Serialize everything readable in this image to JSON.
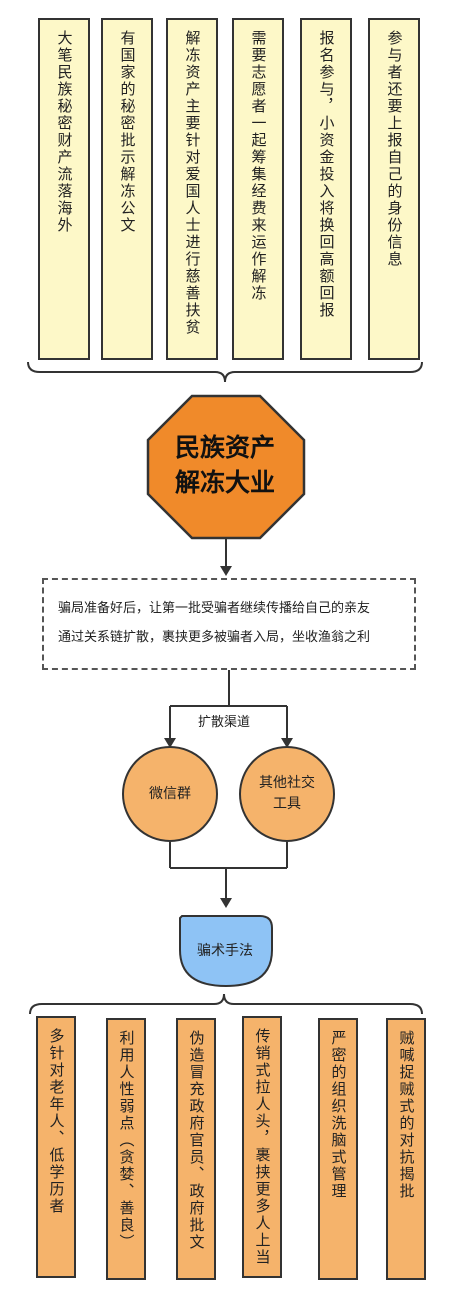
{
  "top_boxes": [
    "大笔民族秘密财产流落海外",
    "有国家的秘密批示解冻公文",
    "解冻资产主要针对爱国人士进行慈善扶贫",
    "需要志愿者一起筹集经费来运作解冻",
    "报名参与，小资金投入将换回高额回报",
    "参与者还要上报自己的身份信息"
  ],
  "center": {
    "line1": "民族资产",
    "line2": "解冻大业"
  },
  "spread": {
    "line1": "骗局准备好后，让第一批受骗者继续传播给自己的亲友",
    "line2": "通过关系链扩散，裹挟更多被骗者入局，坐收渔翁之利"
  },
  "channel_label": "扩散渠道",
  "channels": [
    {
      "label": "微信群"
    },
    {
      "label": "其他社交工具"
    }
  ],
  "method_label": "骗术手法",
  "bottom_boxes": [
    "多针对老年人、低学历者",
    "利用人性弱点（贪婪、善良）",
    "伪造冒充政府官员、政府批文",
    "传销式拉人头，裹挟更多人上当",
    "严密的组织洗脑式管理",
    "贼喊捉贼式的对抗揭批"
  ],
  "colors": {
    "yellow": "#fdf8c8",
    "orange": "#f5b36b",
    "blue": "#8ec3f5"
  }
}
